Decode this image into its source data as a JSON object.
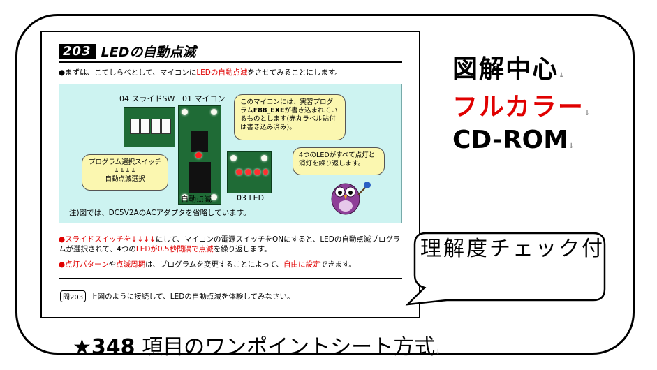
{
  "page": {
    "section_number": "203",
    "section_title": "LEDの自動点滅",
    "intro_prefix": "●まずは、こてしらべとして、マイコンに",
    "intro_red": "LEDの自動点滅",
    "intro_suffix": "をさせてみることにします。",
    "diagram": {
      "label_sw": "04 スライドSW",
      "label_micon": "01 マイコン",
      "label_led": "03 LED",
      "label_auto": "自動点滅",
      "bubble_program": "このマイコンには、実習プログラム",
      "bubble_program_bold": "F88_EXE",
      "bubble_program_rest": "が書き込まれているものとします(赤丸ラベル貼付は書き込み済み)。",
      "bubble_switch_line1": "プログラム選択スイッチ",
      "bubble_switch_line2": "↓↓↓↓",
      "bubble_switch_line3": "自動点滅選択",
      "bubble_led": "4つのLEDがすべて点灯と消灯を繰り返します。",
      "note": "注)図では、DC5V2AのACアダプタを省略しています。"
    },
    "para1_red1": "●スライドスイッチを↓↓↓↓",
    "para1_a": "にして、マイコンの電源スイッチをONにすると、LEDの自動点滅プログラムが選択されて、4つの",
    "para1_red2": "LEDが0.5秒間隔で点滅",
    "para1_b": "を繰り返します。",
    "para2_bullet": "●",
    "para2_red1": "点灯パターン",
    "para2_a": "や",
    "para2_red2": "点滅周期",
    "para2_b": "は、プログラムを変更することによって、",
    "para2_red3": "自由に設定",
    "para2_c": "できます。",
    "question_label": "問203",
    "question_text": "上図のように接続して、LEDの自動点滅を体験してみなさい。"
  },
  "features": {
    "line1": "図解中心",
    "line2": "フルカラー",
    "line3": "CD-ROM",
    "callout": "理解度チェック付",
    "bottom_star": "★348",
    "bottom_text": " 項目のワンポイントシート方式"
  },
  "colors": {
    "accent_red": "#e00000",
    "diagram_bg": "#cdf3f1",
    "bubble_bg": "#fbf7b0",
    "board_green": "#1f6b36"
  }
}
